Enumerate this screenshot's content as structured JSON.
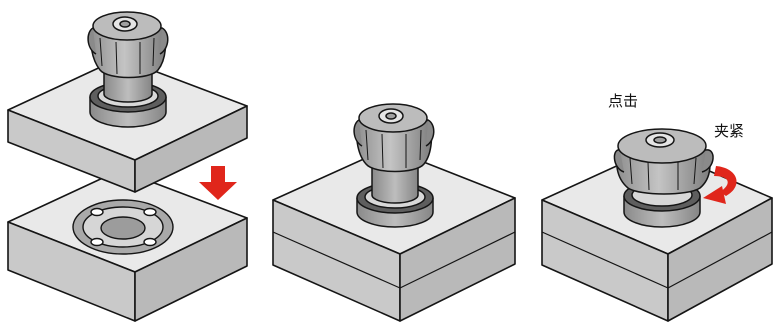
{
  "steps": [
    {
      "name": "place-on-base"
    },
    {
      "name": "seated"
    },
    {
      "name": "clamp"
    }
  ],
  "labels": {
    "click": "点击",
    "clamp": "夹紧"
  },
  "colors": {
    "arrow": "#e0261b",
    "plate_top": "#e9e9e9",
    "plate_side": "#d2d2d2",
    "plate_front": "#bdbdbd",
    "knob": "#9d9d9d",
    "knob_dark": "#7c7c7c",
    "outline": "#151515"
  },
  "icons": {
    "down_arrow": "red-down-arrow-icon",
    "rotate_arrow": "red-curved-rotate-arrow-icon"
  }
}
